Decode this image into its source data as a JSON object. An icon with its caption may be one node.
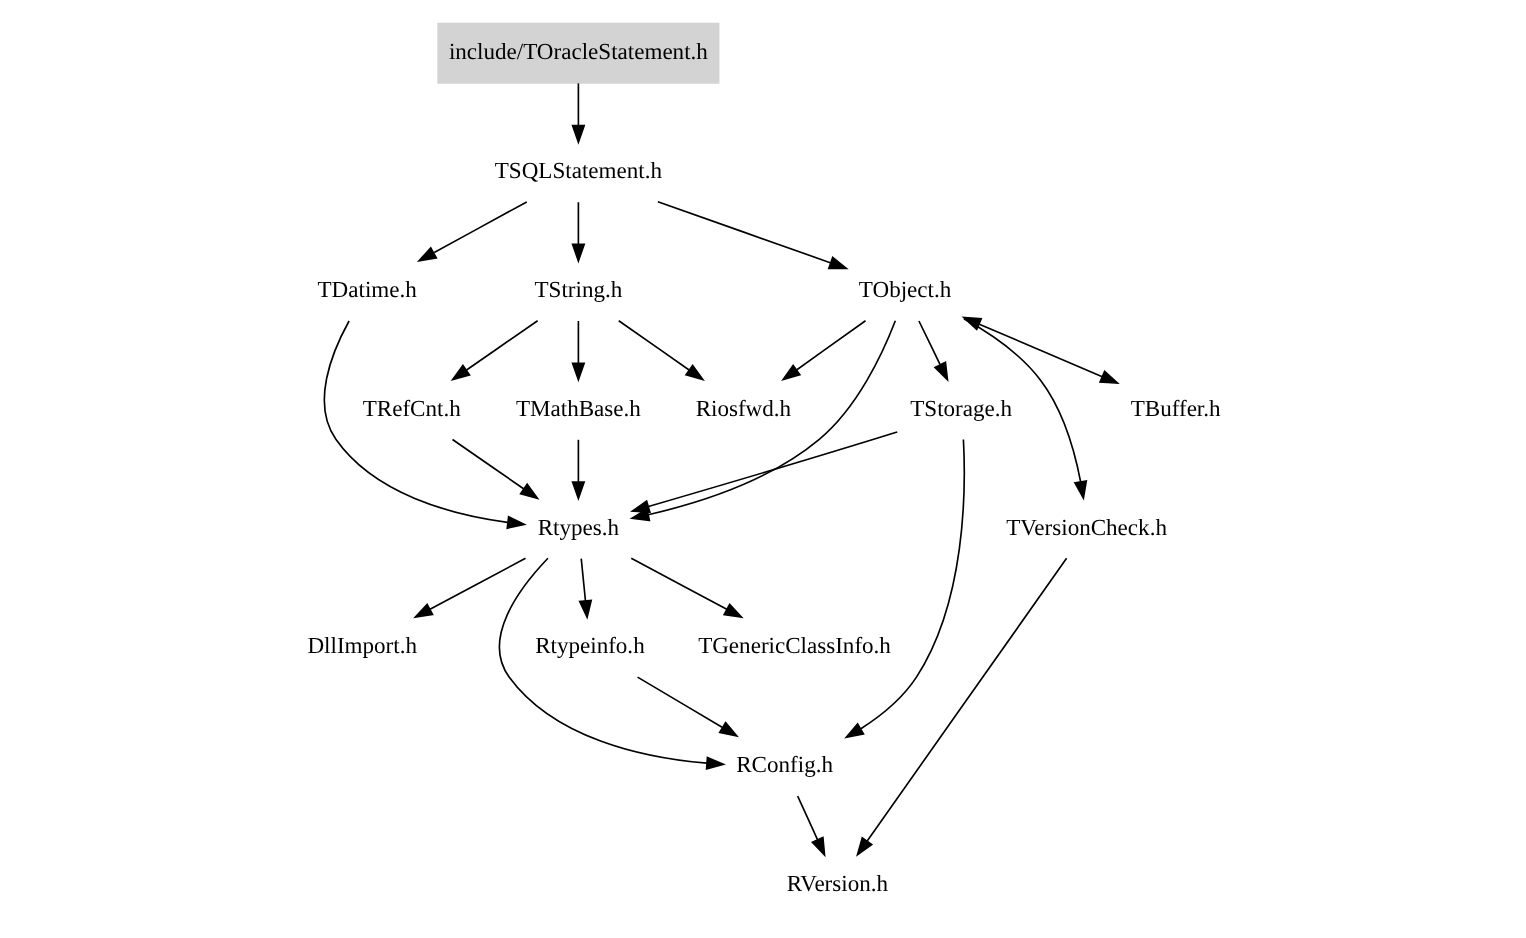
{
  "diagram": {
    "nodes": [
      {
        "text": [
          "include/TOracleStatement.h"
        ]
      },
      {
        "text": [
          "TSQLStatement.h"
        ]
      },
      {
        "text": [
          "TDatime.h"
        ]
      },
      {
        "text": [
          "TString.h"
        ]
      },
      {
        "text": [
          "TObject.h"
        ]
      },
      {
        "text": [
          "TRefCnt.h"
        ]
      },
      {
        "text": [
          "TMathBase.h"
        ]
      },
      {
        "text": [
          "Riosfwd.h"
        ]
      },
      {
        "text": [
          "TStorage.h"
        ]
      },
      {
        "text": [
          "TBuffer.h"
        ]
      },
      {
        "text": [
          "Rtypes.h"
        ]
      },
      {
        "text": [
          "TVersionCheck.h"
        ]
      },
      {
        "text": [
          "DllImport.h"
        ]
      },
      {
        "text": [
          "TGenericClassInfo.h"
        ]
      },
      {
        "text": [
          "Rtypeinfo.h"
        ]
      },
      {
        "text": [
          "RConfig.h"
        ]
      },
      {
        "text": [
          "RVersion.h"
        ]
      }
    ],
    "edges": [
      {
        "from": 0,
        "to": 1,
        "arrow": "to"
      },
      {
        "from": 1,
        "to": 2,
        "arrow": "to"
      },
      {
        "from": 1,
        "to": 3,
        "arrow": "to"
      },
      {
        "from": 1,
        "to": 4,
        "arrow": "to"
      },
      {
        "from": 2,
        "to": 10,
        "arrow": "to"
      },
      {
        "from": 3,
        "to": 5,
        "arrow": "to"
      },
      {
        "from": 3,
        "to": 6,
        "arrow": "to"
      },
      {
        "from": 3,
        "to": 7,
        "arrow": "to"
      },
      {
        "from": 4,
        "to": 10,
        "arrow": "to"
      },
      {
        "from": 4,
        "to": 7,
        "arrow": "to"
      },
      {
        "from": 4,
        "to": 8,
        "arrow": "to"
      },
      {
        "from": 4,
        "to": 9,
        "arrow": "both"
      },
      {
        "from": 4,
        "to": 11,
        "arrow": "to"
      },
      {
        "from": 5,
        "to": 10,
        "arrow": "to"
      },
      {
        "from": 6,
        "to": 10,
        "arrow": "to"
      },
      {
        "from": 8,
        "to": 10,
        "arrow": "to"
      },
      {
        "from": 8,
        "to": 15,
        "arrow": "to"
      },
      {
        "from": 10,
        "to": 12,
        "arrow": "to"
      },
      {
        "from": 10,
        "to": 13,
        "arrow": "to"
      },
      {
        "from": 10,
        "to": 14,
        "arrow": "to"
      },
      {
        "from": 10,
        "to": 15,
        "arrow": "to"
      },
      {
        "from": 11,
        "to": 16,
        "arrow": "to"
      },
      {
        "from": 14,
        "to": 15,
        "arrow": "to"
      },
      {
        "from": 15,
        "to": 16,
        "arrow": "to"
      }
    ]
  }
}
